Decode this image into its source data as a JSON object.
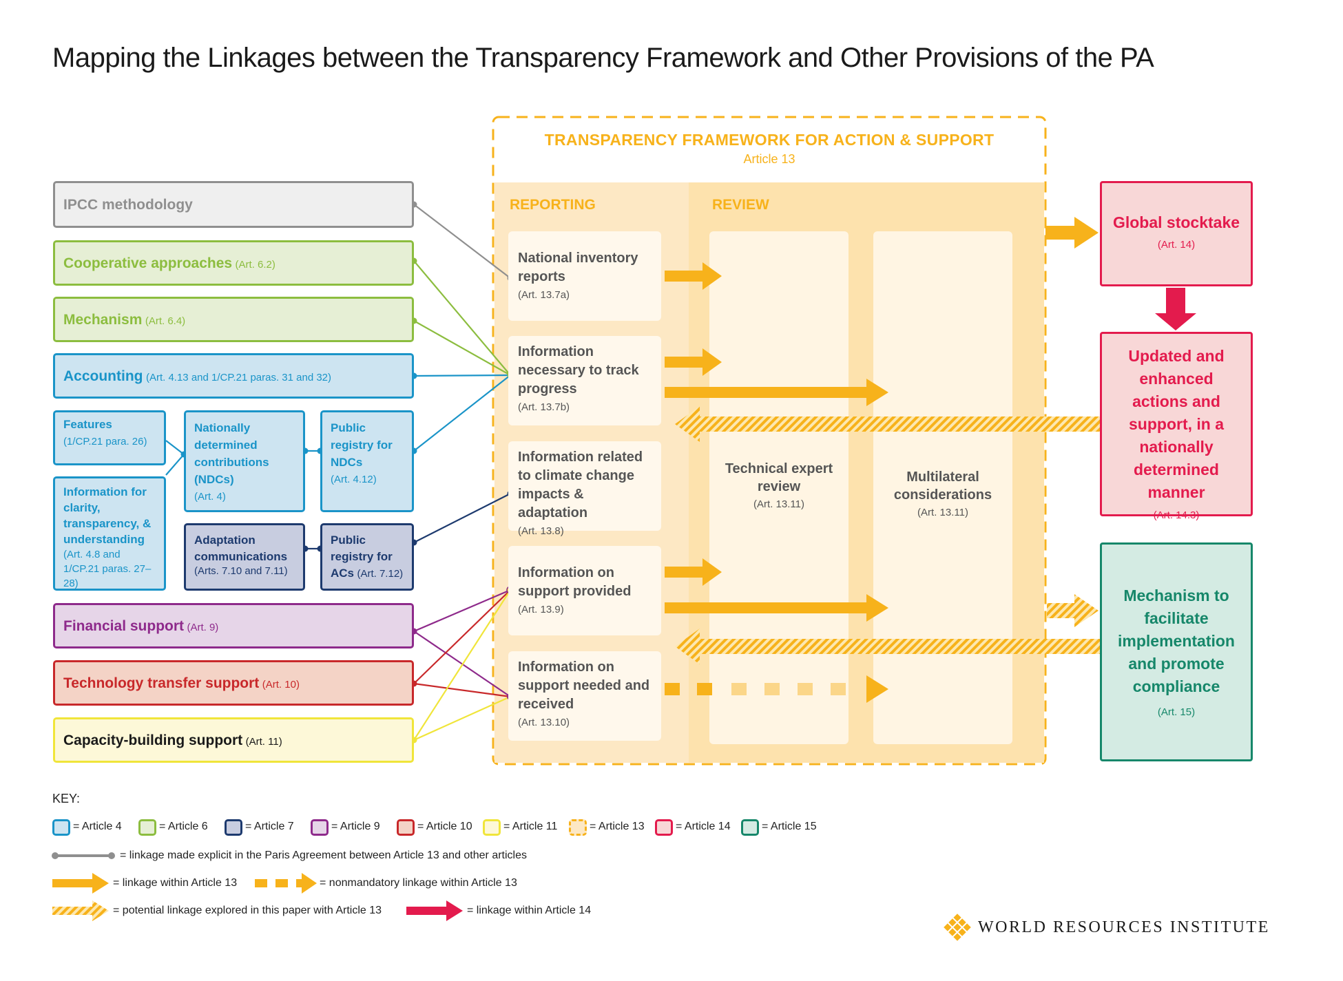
{
  "title": "Mapping the Linkages between the Transparency Framework and Other Provisions of the PA",
  "framework": {
    "title": "TRANSPARENCY FRAMEWORK FOR ACTION & SUPPORT",
    "subtitle": "Article 13",
    "reporting_label": "REPORTING",
    "review_label": "REVIEW",
    "reporting_items": [
      {
        "label": "National inventory reports",
        "ref": "(Art. 13.7a)"
      },
      {
        "label": "Information necessary to track progress",
        "ref": "(Art. 13.7b)"
      },
      {
        "label": "Information related to climate change impacts & adaptation",
        "ref": "(Art. 13.8)"
      },
      {
        "label": "Information on support provided",
        "ref": "(Art. 13.9)"
      },
      {
        "label": "Information on support needed and received",
        "ref": "(Art. 13.10)"
      }
    ],
    "review_items": [
      {
        "label": "Technical expert review",
        "ref": "(Art. 13.11)"
      },
      {
        "label": "Multilateral considerations",
        "ref": "(Art. 13.11)"
      }
    ]
  },
  "left_items": {
    "ipcc": {
      "label": "IPCC methodology",
      "ref": ""
    },
    "coop": {
      "label": "Cooperative approaches",
      "ref": "(Art. 6.2)"
    },
    "mech": {
      "label": "Mechanism",
      "ref": "(Art. 6.4)"
    },
    "acct": {
      "label": "Accounting",
      "ref": "(Art. 4.13 and 1/CP.21 paras. 31 and 32)"
    },
    "features": {
      "label": "Features",
      "ref": "(1/CP.21 para. 26)"
    },
    "info_ctu": {
      "label": "Information for clarity, transparency, & understanding",
      "ref": "(Art. 4.8 and 1/CP.21 paras. 27–28)"
    },
    "ndc": {
      "label": "Nationally determined contributions (NDCs)",
      "ref": "(Art. 4)"
    },
    "reg_ndc": {
      "label": "Public registry for NDCs",
      "ref": "(Art. 4.12)"
    },
    "adapt": {
      "label": "Adaptation communications",
      "ref": "(Arts. 7.10 and 7.11)"
    },
    "reg_ac": {
      "label": "Public registry for ACs",
      "ref": "(Art. 7.12)"
    },
    "fin": {
      "label": "Financial support",
      "ref": "(Art. 9)"
    },
    "tech": {
      "label": "Technology transfer support",
      "ref": "(Art. 10)"
    },
    "cap": {
      "label": "Capacity-building support",
      "ref": "(Art. 11)"
    }
  },
  "right_items": {
    "gst": {
      "label": "Global stocktake",
      "ref": "(Art. 14)"
    },
    "updated": {
      "label": "Updated and enhanced actions and support, in a nationally determined manner",
      "ref": "(Art. 14.3)"
    },
    "compliance": {
      "label": "Mechanism to facilitate implementation and promote compliance",
      "ref": "(Art. 15)"
    }
  },
  "key": {
    "title": "KEY:",
    "articles": [
      {
        "label": "= Article 4",
        "fill": "#cde4f1",
        "border": "#1a94c8"
      },
      {
        "label": "= Article 6",
        "fill": "#e6efd5",
        "border": "#8cbd3f"
      },
      {
        "label": "= Article 7",
        "fill": "#c8cde0",
        "border": "#1d3a6e"
      },
      {
        "label": "= Article 9",
        "fill": "#e6d5e8",
        "border": "#8e2a8b"
      },
      {
        "label": "= Article 10",
        "fill": "#f4d3c6",
        "border": "#c8282a"
      },
      {
        "label": "= Article 11",
        "fill": "#fdf8d8",
        "border": "#f0e53a"
      },
      {
        "label": "= Article 13",
        "fill": "#fde8c4",
        "border": "#f7b21b"
      },
      {
        "label": "= Article 14",
        "fill": "#f8d7d7",
        "border": "#e31b4d"
      },
      {
        "label": "= Article 15",
        "fill": "#d4ebe3",
        "border": "#16876a"
      }
    ],
    "line_explicit": "= linkage made explicit in the Paris Agreement between Article 13 and other articles",
    "line_within13": "= linkage within Article 13",
    "line_nonmandatory": "= nonmandatory linkage within Article 13",
    "line_potential": "= potential linkage explored in this paper with Article 13",
    "line_within14": "= linkage within Article 14"
  },
  "logo": {
    "text": "WORLD RESOURCES INSTITUTE"
  },
  "colors": {
    "gold": "#f7b21b",
    "gray": "#8f8f8f",
    "green": "#8cbd3f",
    "blue": "#1a94c8",
    "navy": "#1d3a6e",
    "purple": "#8e2a8b",
    "red": "#c8282a",
    "yellow": "#f0e53a",
    "crimson": "#e31b4d",
    "teal": "#16876a"
  }
}
